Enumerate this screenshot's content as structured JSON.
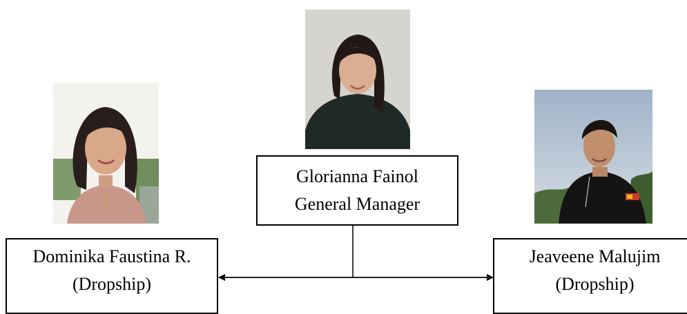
{
  "diagram": {
    "manager": {
      "name": "Glorianna Fainol",
      "role": "General Manager"
    },
    "left_member": {
      "name": "Dominika Faustina R.",
      "role": "(Dropship)"
    },
    "right_member": {
      "name": "Jeaveene Malujim",
      "role": "(Dropship)"
    },
    "colors": {
      "line": "#000000",
      "box_border": "#000000",
      "background": "#ffffff"
    }
  }
}
